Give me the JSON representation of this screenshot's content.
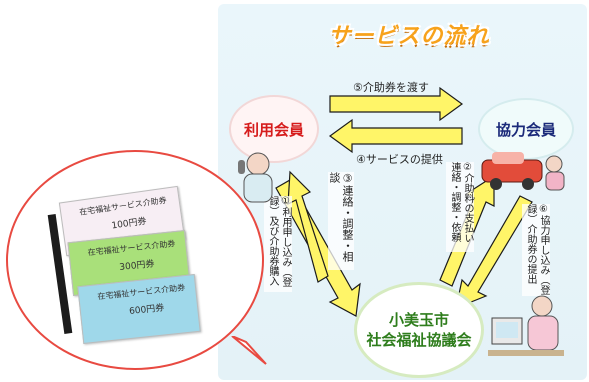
{
  "diagram": {
    "title": "サービスの流れ",
    "nodes": {
      "user": "利用会員",
      "member": "協力会員",
      "council_line1": "小美玉市",
      "council_line2": "社会福祉協議会"
    },
    "arrows": {
      "top": "⑤介助券を渡す",
      "bottom": "④サービスの提供",
      "left_inner": "③連絡・調整・相談",
      "left_outer": "①利用申し込み（登録）及び介助券購入",
      "right_inner": "②介助料の支払い　連絡・調整・依頼",
      "right_outer": "⑥協力申し込み（登録）介助券の提出"
    },
    "tickets": [
      {
        "title": "在宅福祉サービス介助券",
        "value": "100円券",
        "color": "#f7eef4"
      },
      {
        "title": "在宅福祉サービス介助券",
        "value": "300円券",
        "color": "#a9e07a"
      },
      {
        "title": "在宅福祉サービス介助券",
        "value": "600円券",
        "color": "#9fd8ea"
      }
    ],
    "colors": {
      "arrow_yellow": "#fff568",
      "arrow_border": "#1b1b1b",
      "frame_red": "#e84a41",
      "title_orange": "#f7a21b"
    }
  }
}
